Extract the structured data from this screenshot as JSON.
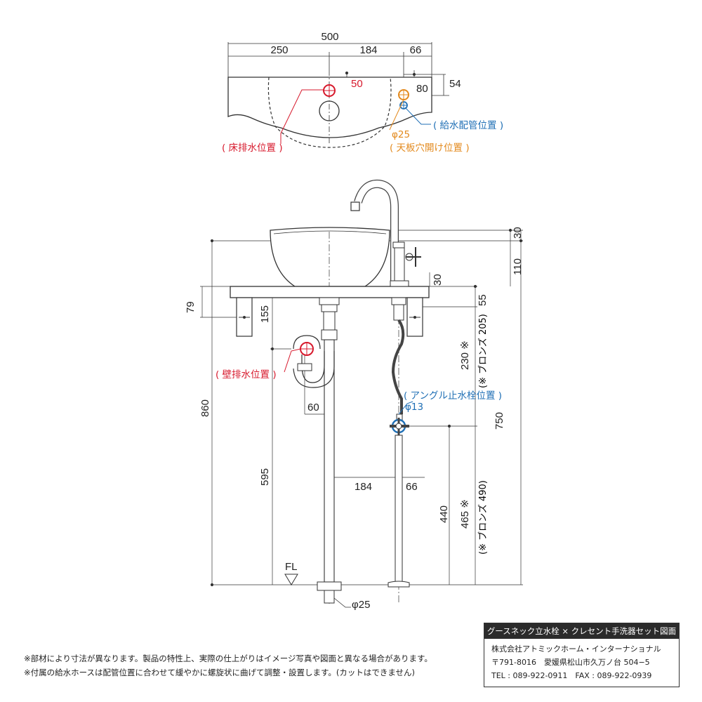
{
  "plan": {
    "dims": {
      "total": "500",
      "left": "250",
      "mid": "184",
      "right": "66",
      "drain_offset": "50",
      "tap_offset": "80",
      "depth": "54"
    },
    "labels": {
      "floor_drain": "( 床排水位置 )",
      "supply_pipe": "( 給水配管位置 )",
      "hole_dia": "φ25",
      "hole_label": "( 天板穴開け位置 )"
    }
  },
  "elevation": {
    "dims": {
      "top_30": "30",
      "h_110": "110",
      "counter_30": "30",
      "h_55": "55",
      "bracket_79": "79",
      "h_155": "155",
      "hose_230": "230 ※",
      "hose_bronze": "(※ ブロンズ 205)",
      "h_750": "750",
      "h_860": "860",
      "trap_60": "60",
      "h_595": "595",
      "h_184": "184",
      "h_66": "66",
      "h_440": "440",
      "h_465": "465 ※",
      "h_bronze_490": "(※ ブロンズ 490)",
      "pipe_dia": "φ25",
      "valve_dia": "φ13",
      "floor": "FL"
    },
    "labels": {
      "wall_drain": "( 壁排水位置 )",
      "angle_valve": "( アングル止水栓位置 )"
    }
  },
  "notes": [
    "※部材により寸法が異なります。製品の特性上、実際の仕上がりはイメージ写真や図面と異なる場合があります。",
    "※付属の給水ホースは配管位置に合わせて緩やかに螺旋状に曲げて調整・設置します。(カットはできません)"
  ],
  "info": {
    "title": "グースネック立水栓 × クレセント手洗器セット図面",
    "company": "株式会社アトミックホーム・インターナショナル",
    "address": "〒791-8016　愛媛県松山市久万ノ台 504−5",
    "contact": "TEL : 089-922-0911　FAX : 089-922-0939"
  },
  "colors": {
    "drain_red": "#d7192c",
    "supply_blue": "#1f6fb5",
    "hole_orange": "#e38a1e",
    "line": "#333333"
  }
}
